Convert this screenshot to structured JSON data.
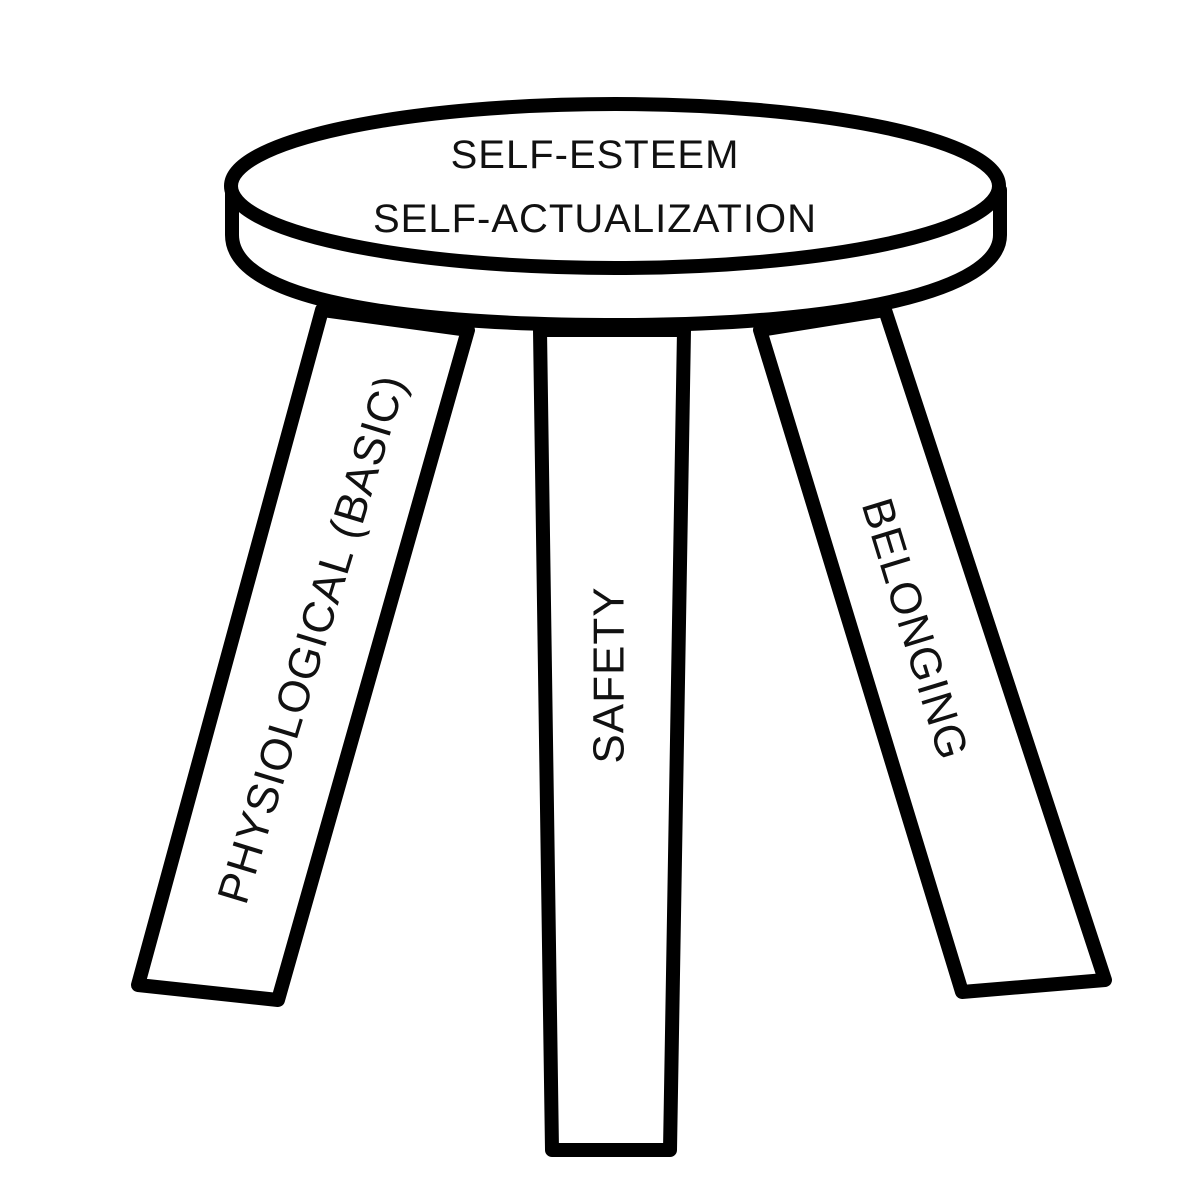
{
  "seat": {
    "line1": "SELF-ESTEEM",
    "line2": "SELF-ACTUALIZATION"
  },
  "legs": {
    "left": "PHYSIOLOGICAL (BASIC)",
    "middle": "SAFETY",
    "right": "BELONGING"
  },
  "colors": {
    "ink": "#000000",
    "background": "#ffffff"
  }
}
